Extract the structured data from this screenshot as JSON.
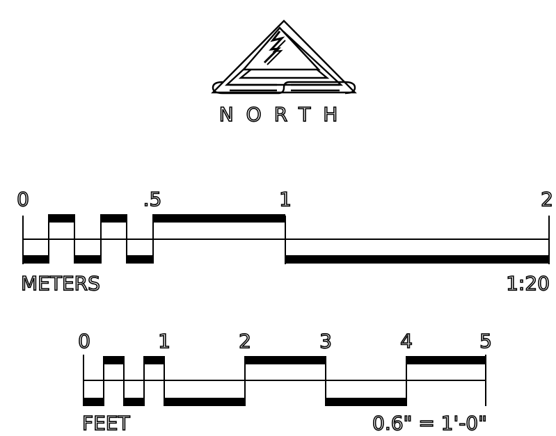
{
  "north": {
    "label": "NORTH"
  },
  "metric_scale": {
    "unit": "METERS",
    "ratio": "1:20",
    "ticks": [
      "0",
      ".5",
      "1",
      "2"
    ]
  },
  "imperial_scale": {
    "unit": "FEET",
    "ratio": "0.6\" = 1'-0\"",
    "ticks": [
      "0",
      "1",
      "2",
      "3",
      "4",
      "5"
    ]
  },
  "colors": {
    "ink": "#000000",
    "paper": "#ffffff"
  }
}
